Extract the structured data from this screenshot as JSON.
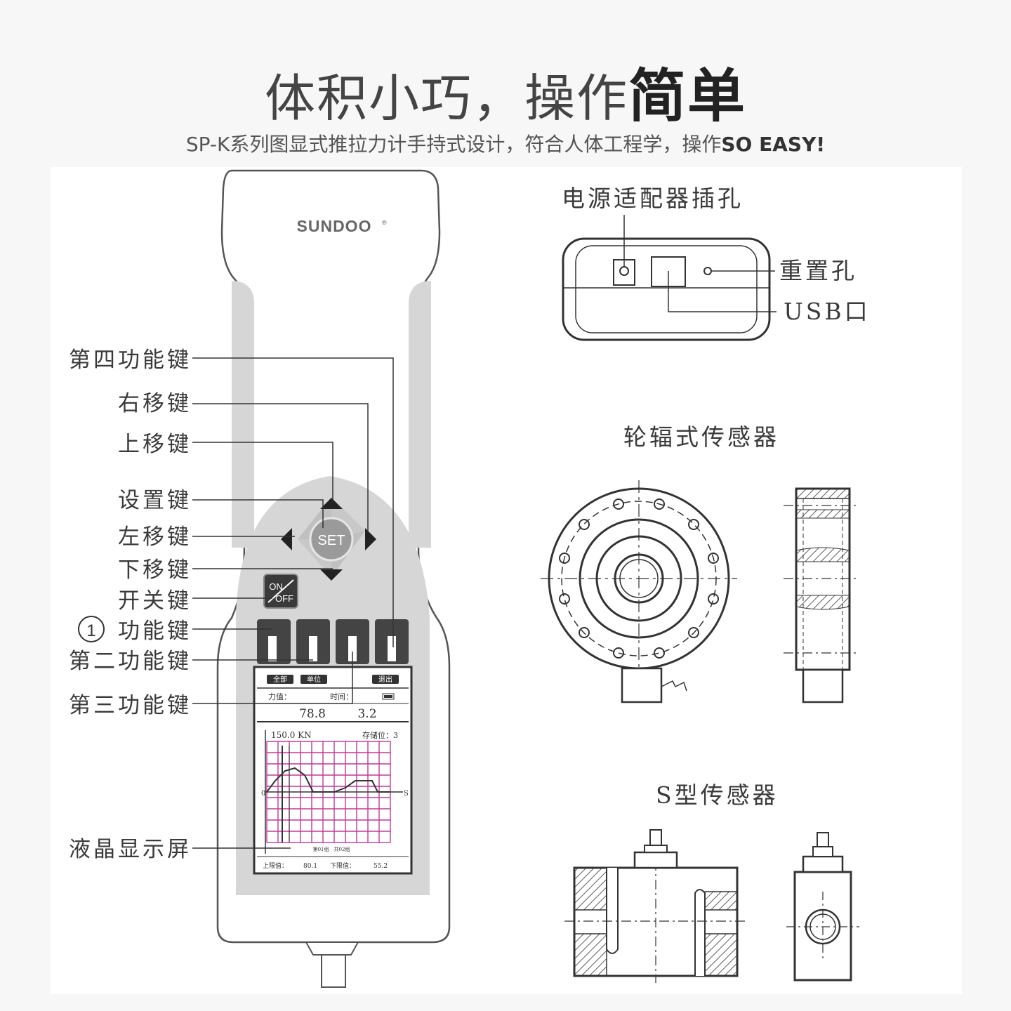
{
  "header": {
    "title_light": "体积小巧，操作",
    "title_bold": "简单",
    "subtitle_light": "SP-K系列图显式推拉力计手持式设计，符合人体工程学，操作",
    "subtitle_bold": "SO EASY!"
  },
  "device": {
    "brand": "SUNDOO",
    "set_label": "SET",
    "power_on": "ON",
    "power_off": "OFF",
    "softkeys": [
      "全部",
      "单位",
      "",
      "退出"
    ],
    "screen": {
      "force_label": "力值：",
      "time_label": "时间：",
      "force_value": "78.8",
      "time_value": "3.2",
      "max_label": "150.0 KN",
      "storage_label": "存储位：3",
      "x_unit": "S",
      "origin": "0",
      "footer_mid": "第01组　共02组",
      "upper_label": "上限值：",
      "upper_value": "80.1",
      "lower_label": "下限值：",
      "lower_value": "55.2"
    }
  },
  "callouts_left": {
    "fourth_key": "第四功能键",
    "right_key": "右移键",
    "up_key": "上移键",
    "set_key": "设置键",
    "left_key": "左移键",
    "down_key": "下移键",
    "power_key": "开关键",
    "first_num": "1",
    "first_key": "功能键",
    "second_key": "第二功能键",
    "third_key": "第三功能键",
    "lcd": "液晶显示屏"
  },
  "callouts_right": {
    "power_jack": "电源适配器插孔",
    "reset_hole": "重置孔",
    "usb": "USB口",
    "spoke_sensor": "轮辐式传感器",
    "s_sensor": "S型传感器"
  }
}
